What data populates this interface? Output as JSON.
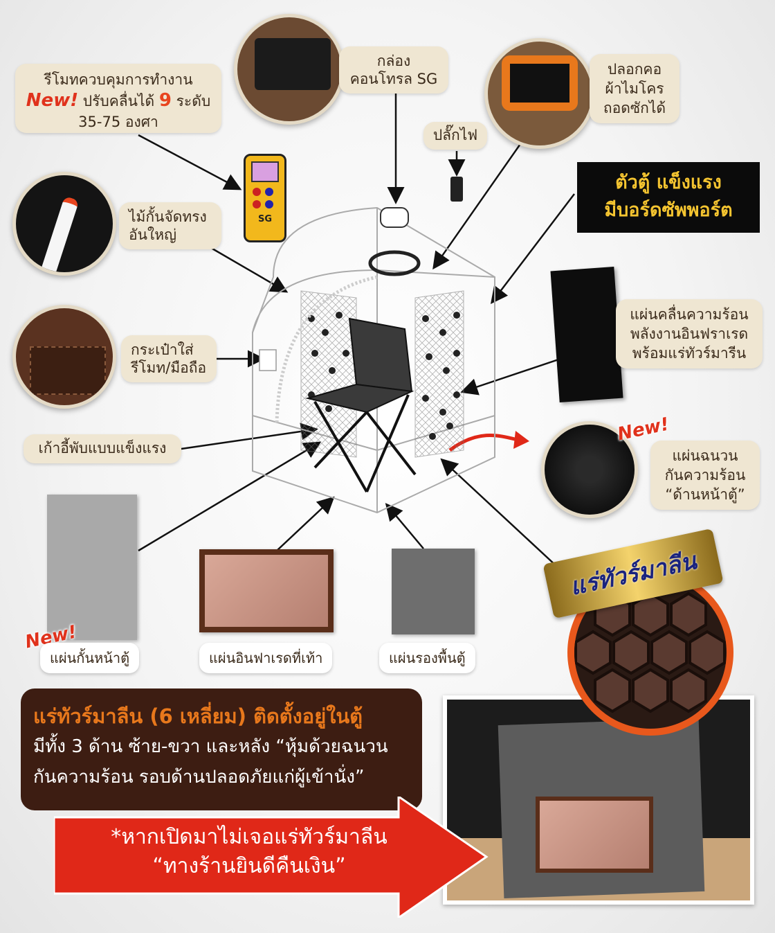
{
  "remote": {
    "line1": "รีโมทควบคุมการทำงาน",
    "new": "New!",
    "line2": "ปรับคลื่นได้",
    "level": "9",
    "line2b": "ระดับ",
    "line3": "35-75 องศา",
    "device_label": "SG"
  },
  "control_box": {
    "line1": "กล่อง",
    "line2": "คอนโทรล SG"
  },
  "collar": {
    "line1": "ปลอกคอ",
    "line2": "ผ้าไมโคร",
    "line3": "ถอดซักได้"
  },
  "plug": {
    "label": "ปลั๊กไฟ"
  },
  "frame_support": {
    "line1": "ตัวตู้ แข็งแรง",
    "line2": "มีบอร์ดซัพพอร์ต"
  },
  "rod": {
    "line1": "ไม้กั้นจัดทรง",
    "line2": "อันใหญ่"
  },
  "pocket": {
    "line1": "กระเป๋าใส่",
    "line2": "รีโมท/มือถือ"
  },
  "chair": {
    "label": "เก้าอี้พับแบบแข็งแรง"
  },
  "infrared_panel": {
    "line1": "แผ่นคลื่นความร้อน",
    "line2": "พลังงานอินฟราเรด",
    "line3": "พร้อมแร่ทัวร์มารีน"
  },
  "front_insulation": {
    "new": "New!",
    "line1": "แผ่นฉนวน",
    "line2": "กันความร้อน",
    "line3": "“ด้านหน้าตู้”"
  },
  "tourmaline_badge": {
    "label": "แร่ทัวร์มาลีน"
  },
  "bottom_items": [
    {
      "new": "New!",
      "label": "แผ่นกั้นหน้าตู้"
    },
    {
      "label": "แผ่นอินฟาเรดที่เท้า"
    },
    {
      "label": "แผ่นรองพื้นตู้"
    }
  ],
  "info_box": {
    "line1": "แร่ทัวร์มาลีน (6 เหลี่ยม)  ติดตั้งอยู่ในตู้",
    "line2": "มีทั้ง 3 ด้าน ซ้าย-ขวา และหลัง “หุ้มด้วยฉนวน",
    "line3": "กันความร้อน รอบด้านปลอดภัยแก่ผู้เข้านั่ง”"
  },
  "guarantee": {
    "line1": "*หากเปิดมาไม่เจอแร่ทัวร์มาลีน",
    "line2": "“ทางร้านยินดีคืนเงิน”"
  },
  "colors": {
    "accent_orange": "#e8451f",
    "callout_bg": "#efe6d2",
    "dark_brown": "#3d1d12",
    "red": "#e02818",
    "black_box": "#0b0b0b",
    "gold_text": "#f4c430"
  }
}
